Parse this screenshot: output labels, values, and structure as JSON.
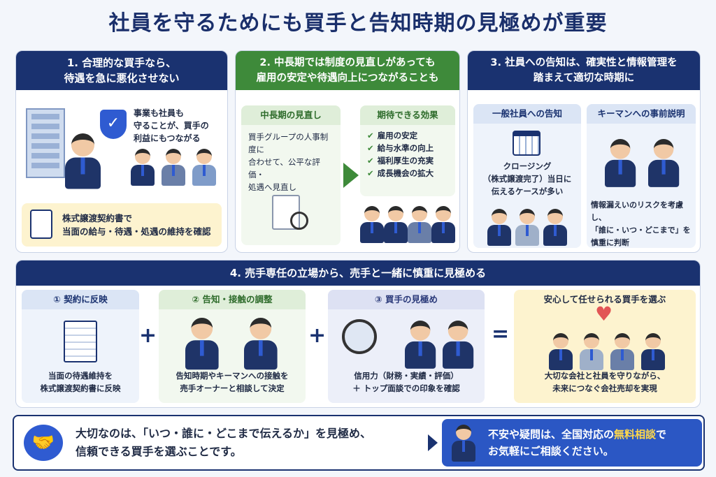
{
  "title": "社員を守るためにも買手と告知時期の見極めが重要",
  "p1": {
    "head1": "1. 合理的な買手なら、",
    "head2": "待遇を急に悪化させない",
    "bubble": [
      "事業も社員も",
      "守ることが、買手の",
      "利益にもつながる"
    ],
    "note1": "株式譲渡契約書で",
    "note2": "当面の給与・待遇・処遇の維持を確認"
  },
  "p2": {
    "head1": "2. 中長期では制度の見直しがあっても",
    "head2": "雇用の安定や待遇向上につながることも",
    "left_title": "中長期の見直し",
    "left_lines": [
      "買手グループの人事制度に",
      "合わせて、公平な評価・",
      "処遇へ見直し"
    ],
    "right_title": "期待できる効果",
    "effects": [
      "雇用の安定",
      "給与水準の向上",
      "福利厚生の充実",
      "成長機会の拡大"
    ]
  },
  "p3": {
    "head1": "3. 社員への告知は、確実性と情報管理を",
    "head2": "踏まえて適切な時期に",
    "left_title": "一般社員への告知",
    "left_lines": [
      "クロージング",
      "（株式譲渡完了）当日に",
      "伝えるケースが多い"
    ],
    "right_title": "キーマンへの事前説明",
    "right_lines": [
      "情報漏えいのリスクを考慮し、",
      "「誰に・いつ・どこまで」を",
      "慎重に判断"
    ]
  },
  "p4": {
    "head": "4. 売手専任の立場から、売手と一緒に慎重に見極める",
    "c1_title": "① 契約に反映",
    "c1_lines": [
      "当面の待遇維持を",
      "株式譲渡契約書に反映"
    ],
    "c2_title": "② 告知・接触の調整",
    "c2_lines": [
      "告知時期やキーマンへの接触を",
      "売手オーナーと相談して決定"
    ],
    "c3_title": "③ 買手の見極め",
    "c3_lines": [
      "信用力（財務・実績・評価）",
      "＋ トップ面談での印象を確認"
    ],
    "c4_title": "安心して任せられる買手を選ぶ",
    "c4_lines": [
      "大切な会社と社員を守りながら、",
      "未来につなぐ会社売却を実現"
    ],
    "plus": "+",
    "equals": "="
  },
  "bottom": {
    "msg1": "大切なのは、「いつ・誰に・どこまで伝えるか」を見極め、",
    "msg2": "信頼できる買手を選ぶことです。",
    "cta1a": "不安や疑問は、全国対応の",
    "cta1b": "無料相談",
    "cta1c": "で",
    "cta2": "お気軽にご相談ください。"
  },
  "colors": {
    "navy": "#1a3270",
    "green": "#3e8a3a",
    "yellow": "#fdf3cf",
    "highlight": "#ffd84a"
  }
}
